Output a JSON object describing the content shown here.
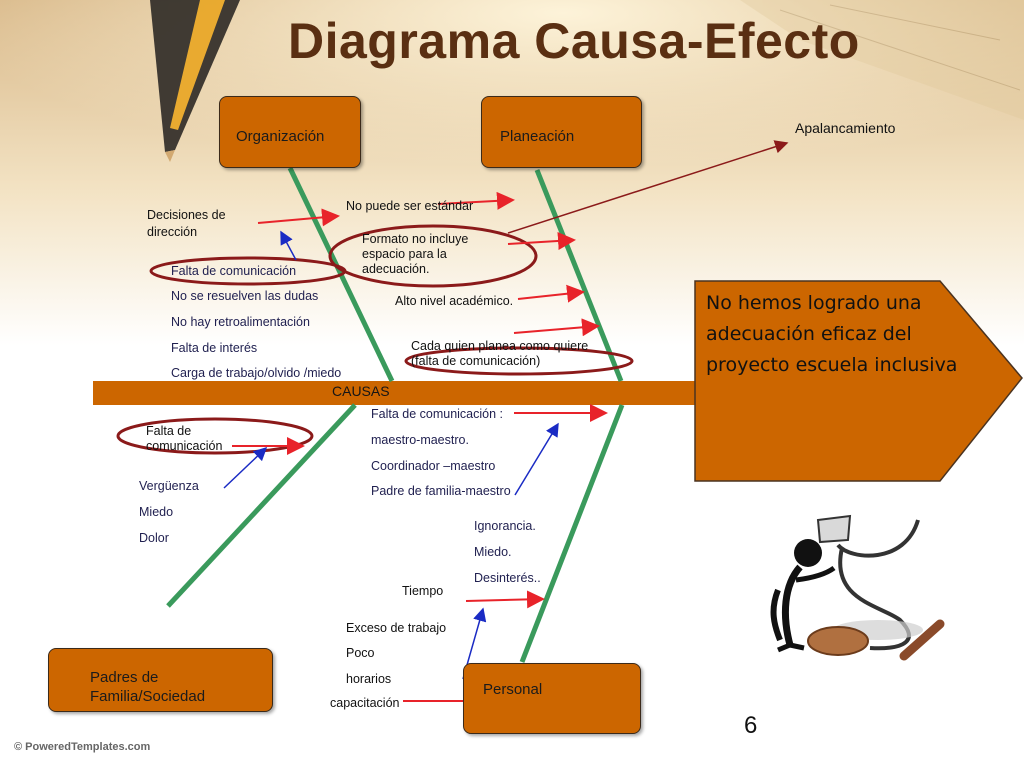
{
  "title": "Diagrama Causa-Efecto",
  "colors": {
    "box": "#cc6600",
    "spine": "#cc6600",
    "bone": "#3a9a5c",
    "arrow": "#e8232a",
    "ellipse": "#8b1a1a",
    "blue": "#1a2bc4",
    "title": "#5a2f12"
  },
  "categories": {
    "organizacion": "Organización",
    "planeacion": "Planeación",
    "padres": "Padres de Familia/Sociedad",
    "personal": "Personal"
  },
  "effect": "No hemos logrado una adecuación eficaz del proyecto escuela inclusiva",
  "axis_label": "CAUSAS",
  "apalancamiento": "Apalancamiento",
  "organizacion_causes": {
    "decisiones": "Decisiones de dirección",
    "falta_comunicacion": "Falta de comunicación",
    "list": [
      "No se resuelven las dudas",
      "No hay retroalimentación",
      "Falta de interés",
      "Carga de trabajo/olvido /miedo"
    ]
  },
  "planeacion_causes": {
    "no_estandar": "No puede ser estándar",
    "formato": "Formato no incluye espacio para la adecuación.",
    "alto_nivel": "Alto nivel académico.",
    "cada_quien": "Cada quien planea como quiere (falta de comunicación)"
  },
  "padres_causes": {
    "falta_comunicacion": "Falta de comunicación",
    "list": [
      "Vergüenza",
      "Miedo",
      "Dolor"
    ]
  },
  "personal_causes": {
    "falta_comunicacion_list": [
      "Falta de comunicación :",
      "maestro-maestro.",
      "Coordinador –maestro",
      "Padre de familia-maestro"
    ],
    "ignorancia_list": [
      "Ignorancia.",
      "Miedo.",
      "Desinterés.."
    ],
    "tiempo": "Tiempo",
    "exceso_list": [
      "Exceso de trabajo",
      "Poco",
      "horarios"
    ],
    "capacitacion": "capacitación"
  },
  "page_number": "6",
  "footer": "© PoweredTemplates.com"
}
